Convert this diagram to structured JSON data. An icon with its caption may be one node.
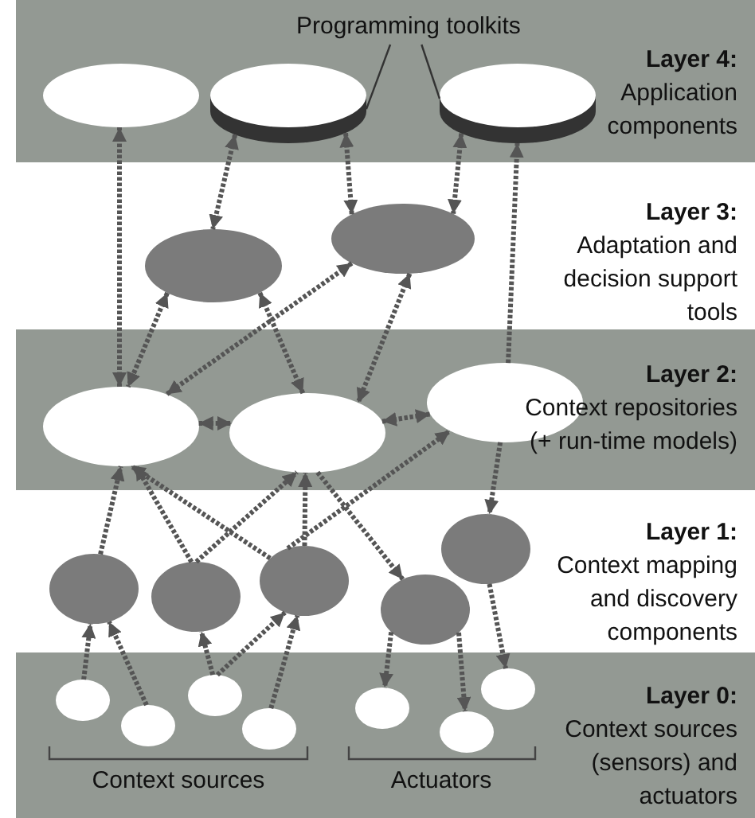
{
  "diagram": {
    "nodes": [
      {
        "text": [
          "Layer 4:",
          "Application components"
        ]
      },
      {
        "text": [],
        "shape": "ellipse",
        "in": 0
      },
      {
        "text": [],
        "shape": "disk",
        "in": 0
      },
      {
        "text": [],
        "shape": "disk",
        "in": 0
      },
      {
        "text": [
          "Programming toolkits"
        ],
        "in": 0
      },
      {
        "text": [],
        "shape": "ellipse"
      },
      {
        "text": [],
        "shape": "ellipse"
      },
      {
        "text": [
          "Layer 2:",
          "Context repositories (+ run-time models)"
        ]
      },
      {
        "text": [],
        "shape": "ellipse",
        "in": 7
      },
      {
        "text": [],
        "shape": "ellipse",
        "in": 7
      },
      {
        "text": [],
        "shape": "ellipse",
        "in": 7
      },
      {
        "text": [],
        "shape": "ellipse"
      },
      {
        "text": [],
        "shape": "ellipse"
      },
      {
        "text": [],
        "shape": "ellipse"
      },
      {
        "text": [],
        "shape": "ellipse"
      },
      {
        "text": [],
        "shape": "ellipse"
      },
      {
        "text": [
          "Layer 0:",
          "Context sources (sensors) and actuators"
        ]
      },
      {
        "text": [],
        "shape": "ellipse",
        "in": 16
      },
      {
        "text": [],
        "shape": "ellipse",
        "in": 16
      },
      {
        "text": [],
        "shape": "ellipse",
        "in": 16
      },
      {
        "text": [],
        "shape": "ellipse",
        "in": 16
      },
      {
        "text": [],
        "shape": "ellipse",
        "in": 16
      },
      {
        "text": [],
        "shape": "ellipse",
        "in": 16
      },
      {
        "text": [],
        "shape": "ellipse",
        "in": 16
      }
    ],
    "edges": [
      {
        "from": 8,
        "to": 1,
        "arrow": "both",
        "style": "dashed"
      },
      {
        "from": 2,
        "to": 5,
        "arrow": "both",
        "style": "dashed"
      },
      {
        "from": 2,
        "to": 6,
        "arrow": "both",
        "style": "dashed"
      },
      {
        "from": 3,
        "to": 6,
        "arrow": "both",
        "style": "dashed"
      },
      {
        "from": 10,
        "to": 3,
        "arrow": "to",
        "style": "dashed"
      },
      {
        "from": 5,
        "to": 8,
        "arrow": "both",
        "style": "dashed"
      },
      {
        "from": 5,
        "to": 9,
        "arrow": "both",
        "style": "dashed"
      },
      {
        "from": 6,
        "to": 8,
        "arrow": "both",
        "style": "dashed"
      },
      {
        "from": 6,
        "to": 9,
        "arrow": "both",
        "style": "dashed"
      },
      {
        "from": 8,
        "to": 9,
        "arrow": "both",
        "style": "dashed"
      },
      {
        "from": 9,
        "to": 10,
        "arrow": "both",
        "style": "dashed"
      },
      {
        "from": 10,
        "to": 15,
        "arrow": "to",
        "style": "dashed"
      },
      {
        "from": 11,
        "to": 8,
        "arrow": "to",
        "style": "dashed"
      },
      {
        "from": 12,
        "to": 8,
        "arrow": "to",
        "style": "dashed"
      },
      {
        "from": 12,
        "to": 9,
        "arrow": "to",
        "style": "dashed"
      },
      {
        "from": 13,
        "to": 8,
        "arrow": "to",
        "style": "dashed"
      },
      {
        "from": 13,
        "to": 9,
        "arrow": "to",
        "style": "dashed"
      },
      {
        "from": 13,
        "to": 10,
        "arrow": "to",
        "style": "dashed"
      },
      {
        "from": 9,
        "to": 14,
        "arrow": "to",
        "style": "dashed"
      },
      {
        "from": 17,
        "to": 11,
        "arrow": "to",
        "style": "dashed"
      },
      {
        "from": 18,
        "to": 11,
        "arrow": "to",
        "style": "dashed"
      },
      {
        "from": 19,
        "to": 12,
        "arrow": "to",
        "style": "dashed"
      },
      {
        "from": 19,
        "to": 13,
        "arrow": "to",
        "style": "dashed"
      },
      {
        "from": 20,
        "to": 13,
        "arrow": "to",
        "style": "dashed"
      },
      {
        "from": 14,
        "to": 21,
        "arrow": "to",
        "style": "dashed"
      },
      {
        "from": 14,
        "to": 22,
        "arrow": "to",
        "style": "dashed"
      },
      {
        "from": 15,
        "to": 23,
        "arrow": "to",
        "style": "dashed"
      },
      {
        "from": 4,
        "to": 2,
        "arrow": "none"
      },
      {
        "from": 4,
        "to": 3,
        "arrow": "none"
      }
    ],
    "labels": [
      "Layer 3:",
      "Adaptation and decision support tools",
      "Layer 1:",
      "Context mapping and discovery components",
      "Context sources",
      "Actuators"
    ]
  }
}
